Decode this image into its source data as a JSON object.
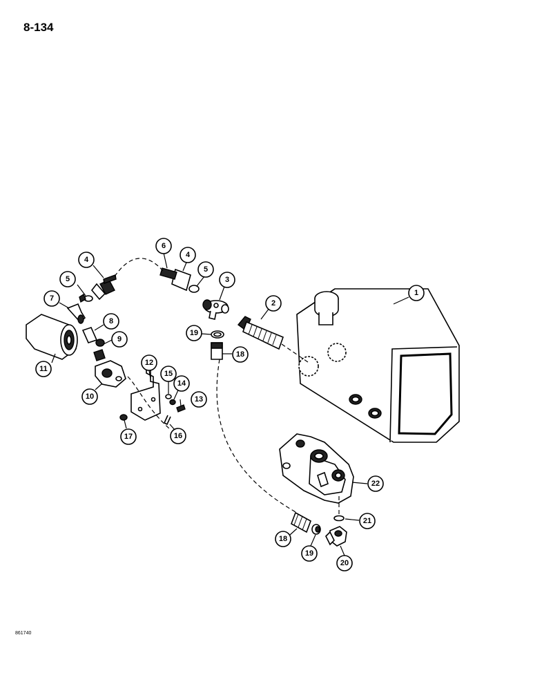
{
  "page": {
    "number": "8-134",
    "figure_code": "861740"
  },
  "callouts": [
    {
      "id": "callout-1",
      "label": "1"
    },
    {
      "id": "callout-2",
      "label": "2"
    },
    {
      "id": "callout-3",
      "label": "3"
    },
    {
      "id": "callout-4a",
      "label": "4"
    },
    {
      "id": "callout-4b",
      "label": "4"
    },
    {
      "id": "callout-5a",
      "label": "5"
    },
    {
      "id": "callout-5b",
      "label": "5"
    },
    {
      "id": "callout-6",
      "label": "6"
    },
    {
      "id": "callout-7",
      "label": "7"
    },
    {
      "id": "callout-8",
      "label": "8"
    },
    {
      "id": "callout-9",
      "label": "9"
    },
    {
      "id": "callout-10",
      "label": "10"
    },
    {
      "id": "callout-11",
      "label": "11"
    },
    {
      "id": "callout-12",
      "label": "12"
    },
    {
      "id": "callout-13",
      "label": "13"
    },
    {
      "id": "callout-14",
      "label": "14"
    },
    {
      "id": "callout-15",
      "label": "15"
    },
    {
      "id": "callout-16",
      "label": "16"
    },
    {
      "id": "callout-17",
      "label": "17"
    },
    {
      "id": "callout-18a",
      "label": "18"
    },
    {
      "id": "callout-18b",
      "label": "18"
    },
    {
      "id": "callout-19a",
      "label": "19"
    },
    {
      "id": "callout-19b",
      "label": "19"
    },
    {
      "id": "callout-20",
      "label": "20"
    },
    {
      "id": "callout-21",
      "label": "21"
    },
    {
      "id": "callout-22",
      "label": "22"
    }
  ]
}
